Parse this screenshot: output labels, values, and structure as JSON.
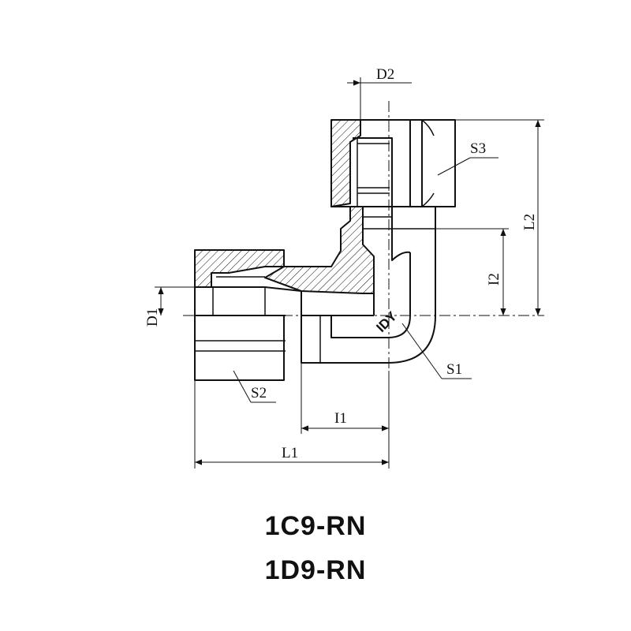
{
  "dimensions": {
    "d1": "D1",
    "d2": "D2",
    "s1": "S1",
    "s2": "S2",
    "s3": "S3",
    "l1": "L1",
    "l2": "L2",
    "i1": "I1",
    "i2": "I2"
  },
  "brand_mark": "IDY",
  "part_codes": [
    "1C9-RN",
    "1D9-RN"
  ]
}
